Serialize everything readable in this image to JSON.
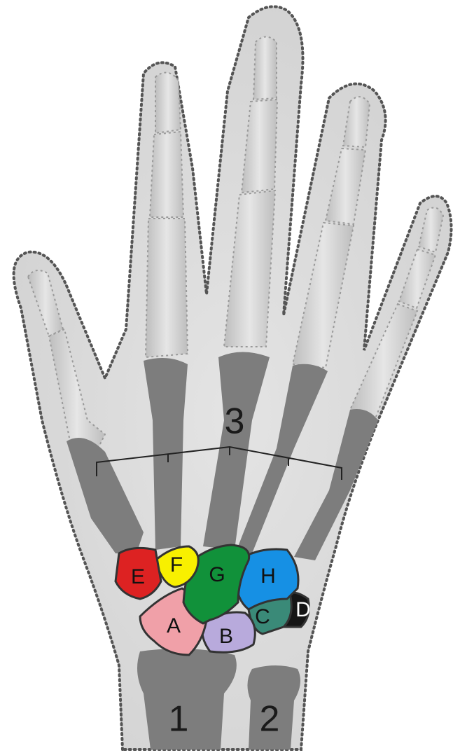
{
  "colors": {
    "background": "#ffffff",
    "skin": "#dcdcdc",
    "skin_outline": "#555555",
    "phalanx": "#d2d2d2",
    "bone_dark": "#7d7d7d",
    "carpal_outline": "#333333",
    "A": "#f0a0a8",
    "B": "#b8aadc",
    "C": "#3a8a78",
    "D": "#151515",
    "E": "#dd2222",
    "F": "#f8f000",
    "G": "#11913a",
    "H": "#1690e4"
  },
  "carpals": {
    "A": "A",
    "B": "B",
    "C": "C",
    "D": "D",
    "E": "E",
    "F": "F",
    "G": "G",
    "H": "H"
  },
  "numbers": {
    "radius": "1",
    "ulna": "2",
    "metacarpals": "3"
  }
}
